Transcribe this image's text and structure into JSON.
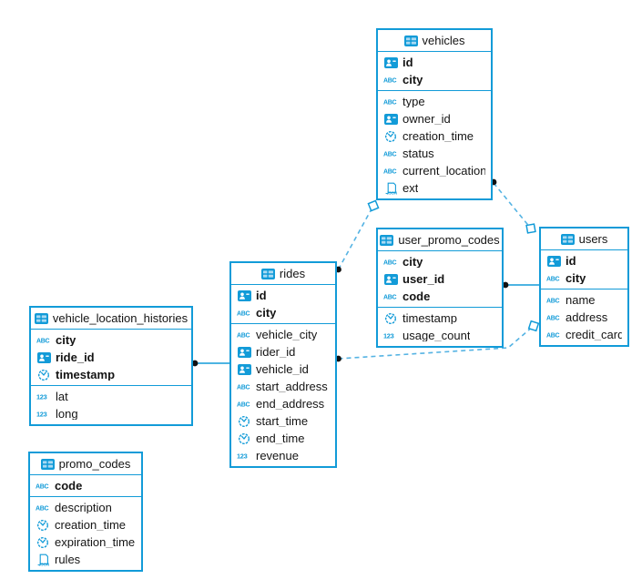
{
  "diagram": {
    "tables": [
      {
        "name": "vehicles",
        "primary_keys": [
          {
            "name": "id",
            "type": "uuid"
          },
          {
            "name": "city",
            "type": "string"
          }
        ],
        "columns": [
          {
            "name": "type",
            "type": "string"
          },
          {
            "name": "owner_id",
            "type": "uuid"
          },
          {
            "name": "creation_time",
            "type": "timestamp"
          },
          {
            "name": "status",
            "type": "string"
          },
          {
            "name": "current_location",
            "type": "string"
          },
          {
            "name": "ext",
            "type": "json"
          }
        ]
      },
      {
        "name": "user_promo_codes",
        "primary_keys": [
          {
            "name": "city",
            "type": "string"
          },
          {
            "name": "user_id",
            "type": "uuid"
          },
          {
            "name": "code",
            "type": "string"
          }
        ],
        "columns": [
          {
            "name": "timestamp",
            "type": "timestamp"
          },
          {
            "name": "usage_count",
            "type": "number"
          }
        ]
      },
      {
        "name": "users",
        "primary_keys": [
          {
            "name": "id",
            "type": "uuid"
          },
          {
            "name": "city",
            "type": "string"
          }
        ],
        "columns": [
          {
            "name": "name",
            "type": "string"
          },
          {
            "name": "address",
            "type": "string"
          },
          {
            "name": "credit_card",
            "type": "string"
          }
        ]
      },
      {
        "name": "rides",
        "primary_keys": [
          {
            "name": "id",
            "type": "uuid"
          },
          {
            "name": "city",
            "type": "string"
          }
        ],
        "columns": [
          {
            "name": "vehicle_city",
            "type": "string"
          },
          {
            "name": "rider_id",
            "type": "uuid"
          },
          {
            "name": "vehicle_id",
            "type": "uuid"
          },
          {
            "name": "start_address",
            "type": "string"
          },
          {
            "name": "end_address",
            "type": "string"
          },
          {
            "name": "start_time",
            "type": "timestamp"
          },
          {
            "name": "end_time",
            "type": "timestamp"
          },
          {
            "name": "revenue",
            "type": "number"
          }
        ]
      },
      {
        "name": "vehicle_location_histories",
        "primary_keys": [
          {
            "name": "city",
            "type": "string"
          },
          {
            "name": "ride_id",
            "type": "uuid"
          },
          {
            "name": "timestamp",
            "type": "timestamp"
          }
        ],
        "columns": [
          {
            "name": "lat",
            "type": "number"
          },
          {
            "name": "long",
            "type": "number"
          }
        ]
      },
      {
        "name": "promo_codes",
        "primary_keys": [
          {
            "name": "code",
            "type": "string"
          }
        ],
        "columns": [
          {
            "name": "description",
            "type": "string"
          },
          {
            "name": "creation_time",
            "type": "timestamp"
          },
          {
            "name": "expiration_time",
            "type": "timestamp"
          },
          {
            "name": "rules",
            "type": "json"
          }
        ]
      }
    ],
    "relationships": [
      {
        "from": "rides",
        "to": "vehicles",
        "line": "dashed"
      },
      {
        "from": "vehicles",
        "to": "users",
        "line": "dashed"
      },
      {
        "from": "rides",
        "to": "users",
        "line": "dashed"
      },
      {
        "from": "user_promo_codes",
        "to": "users",
        "line": "solid"
      },
      {
        "from": "vehicle_location_histories",
        "to": "rides",
        "line": "solid"
      }
    ],
    "colors": {
      "accent": "#129bd8",
      "dashed_line": "#55b3e3",
      "connector_dot": "#111111",
      "text": "#141414",
      "background": "#ffffff"
    }
  }
}
